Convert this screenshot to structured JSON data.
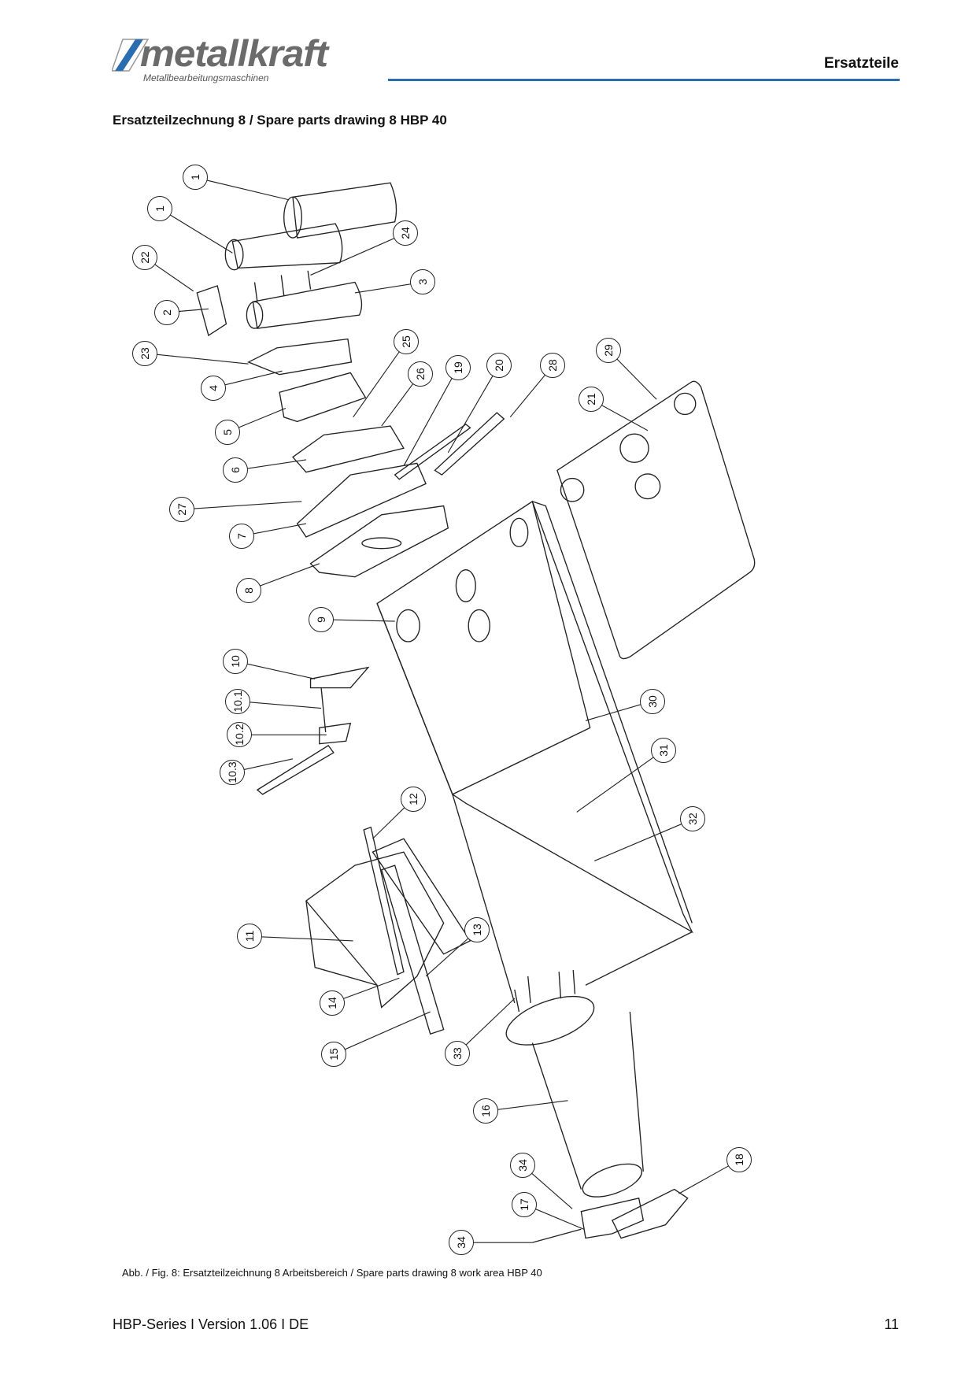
{
  "header": {
    "logo_text": "metallkraft",
    "logo_subtitle": "Metallbearbeitungsmaschinen",
    "section": "Ersatzteile",
    "accent_color": "#2a6db0"
  },
  "title": "Ersatzteilzechnung 8 / Spare parts drawing 8 HBP 40",
  "drawing": {
    "callouts": [
      "1",
      "1",
      "22",
      "24",
      "3",
      "2",
      "23",
      "25",
      "4",
      "26",
      "19",
      "20",
      "28",
      "29",
      "21",
      "5",
      "6",
      "27",
      "7",
      "8",
      "9",
      "10",
      "10.1",
      "10.2",
      "10.3",
      "30",
      "31",
      "12",
      "32",
      "11",
      "13",
      "14",
      "15",
      "33",
      "16",
      "34",
      "18",
      "17",
      "34"
    ]
  },
  "caption": "Abb. / Fig. 8: Ersatzteilzeichnung 8 Arbeitsbereich / Spare parts drawing 8 work area HBP 40",
  "footer": {
    "series": "HBP-Series I Version 1.06 I DE",
    "page": "11"
  }
}
